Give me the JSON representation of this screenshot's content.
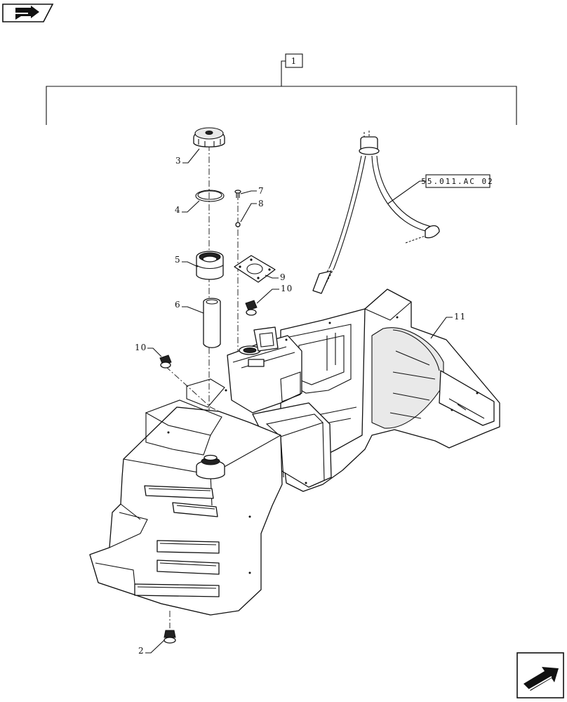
{
  "group_label": "1",
  "reference_link": "55.011.AC 02",
  "callouts": [
    {
      "id": "cap",
      "label": "3"
    },
    {
      "id": "o-ring",
      "label": "4"
    },
    {
      "id": "filler-neck",
      "label": "5"
    },
    {
      "id": "strainer",
      "label": "6"
    },
    {
      "id": "screw",
      "label": "7"
    },
    {
      "id": "washer",
      "label": "8"
    },
    {
      "id": "gasket",
      "label": "9"
    },
    {
      "id": "plug-right",
      "label": "10"
    },
    {
      "id": "plug-left",
      "label": "10"
    },
    {
      "id": "tank",
      "label": "11"
    },
    {
      "id": "drain-plug",
      "label": "2"
    }
  ],
  "icons": {
    "top_left": "previous-page-arrow-icon",
    "bottom_right": "next-page-arrow-icon"
  }
}
